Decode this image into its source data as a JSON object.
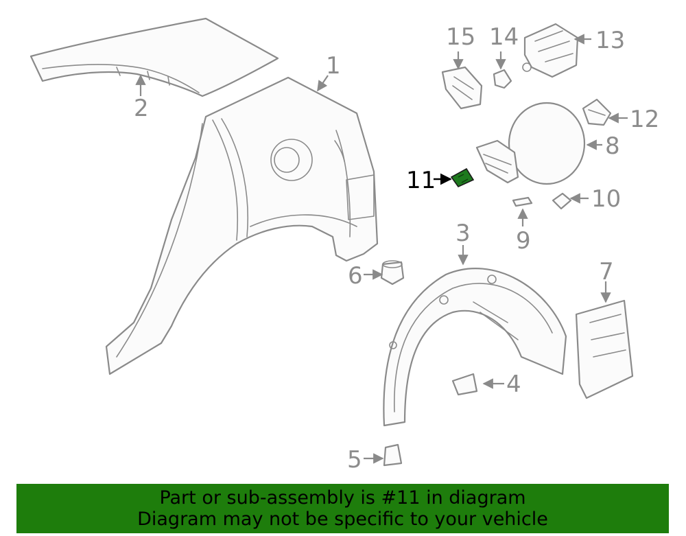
{
  "diagram": {
    "highlighted_part": "11",
    "highlight_color": "#1e7a1e",
    "callouts": [
      "1",
      "2",
      "3",
      "4",
      "5",
      "6",
      "7",
      "8",
      "9",
      "10",
      "11",
      "12",
      "13",
      "14",
      "15"
    ]
  },
  "banner": {
    "line1": "Part or sub-assembly is #11 in diagram",
    "line2": "Diagram may not be specific to your vehicle",
    "background": "#1e7d0c"
  }
}
